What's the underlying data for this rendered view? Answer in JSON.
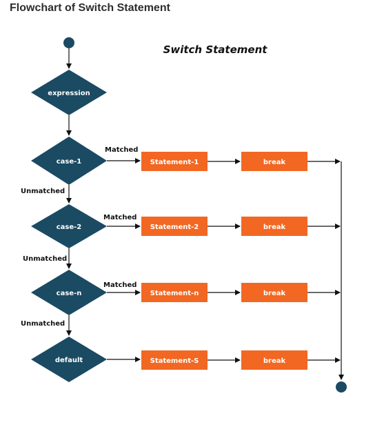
{
  "page_title": "Flowchart of Switch Statement",
  "diagram_title": "Switch Statement",
  "colors": {
    "terminal": "#1b4a63",
    "decision": "#1b4a63",
    "process": "#f26722",
    "line": "#111111",
    "text_light": "#ffffff"
  },
  "nodes": {
    "expression": "expression",
    "case_1": "case-1",
    "case_2": "case-2",
    "case_n": "case-n",
    "default": "default",
    "statement_1": "Statement-1",
    "statement_2": "Statement-2",
    "statement_n": "Statement-n",
    "statement_s": "Statement-S",
    "break": "break"
  },
  "edges": {
    "matched": "Matched",
    "unmatched": "Unmatched"
  }
}
